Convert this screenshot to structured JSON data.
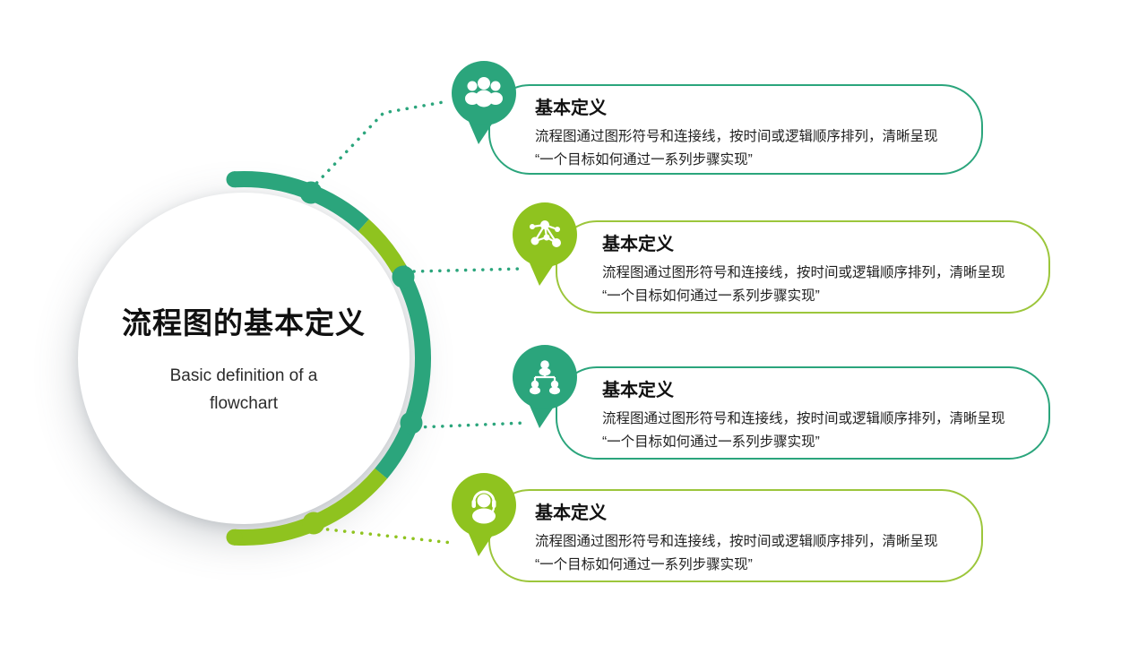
{
  "slide": {
    "title": "流程图的基本定义",
    "subtitle_lines": [
      "Basic definition of a",
      "flowchart"
    ]
  },
  "cards": [
    {
      "title": "基本定义",
      "body": "流程图通过图形符号和连接线，按时间或逻辑顺序排列，清晰呈现 “一个目标如何通过一系列步骤实现”",
      "icon": "team-icon",
      "accent": "#2BA57C"
    },
    {
      "title": "基本定义",
      "body": "流程图通过图形符号和连接线，按时间或逻辑顺序排列，清晰呈现 “一个目标如何通过一系列步骤实现”",
      "icon": "network-icon",
      "accent": "#8FC31F"
    },
    {
      "title": "基本定义",
      "body": "流程图通过图形符号和连接线，按时间或逻辑顺序排列，清晰呈现 “一个目标如何通过一系列步骤实现”",
      "icon": "org-hierarchy-icon",
      "accent": "#2BA57C"
    },
    {
      "title": "基本定义",
      "body": "流程图通过图形符号和连接线，按时间或逻辑顺序排列，清晰呈现 “一个目标如何通过一系列步骤实现”",
      "icon": "headset-icon",
      "accent": "#8FC31F"
    }
  ],
  "colors": {
    "teal": "#2BA57C",
    "lime": "#8FC31F",
    "text": "#111111",
    "background": "#FFFFFF"
  }
}
